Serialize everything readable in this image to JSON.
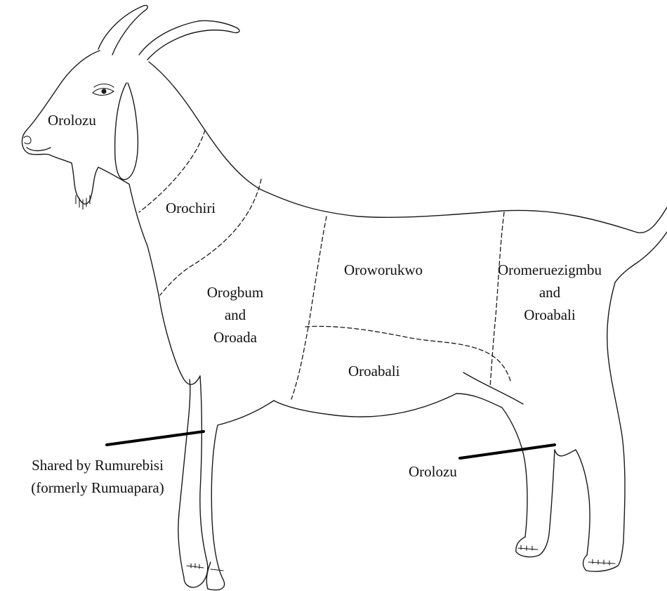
{
  "diagram": {
    "regions": {
      "head": {
        "label": "Orolozu"
      },
      "neck": {
        "label": "Orochiri"
      },
      "shoulder": {
        "lines": [
          "Orogbum",
          "and",
          "Oroada"
        ]
      },
      "back": {
        "label": "Oroworukwo"
      },
      "belly": {
        "label": "Oroabali"
      },
      "hindquarter": {
        "lines": [
          "Oromeruezigmbu",
          "and",
          "Oroabali"
        ]
      }
    },
    "callouts": {
      "foreleg": {
        "lines": [
          "Shared by Rumurebisi",
          "(formerly Rumuapara)"
        ]
      },
      "hindleg": {
        "label": "Orolozu"
      }
    },
    "colors": {
      "line": "#1a1a1a",
      "background": "#ffffff",
      "text": "#111111"
    }
  }
}
